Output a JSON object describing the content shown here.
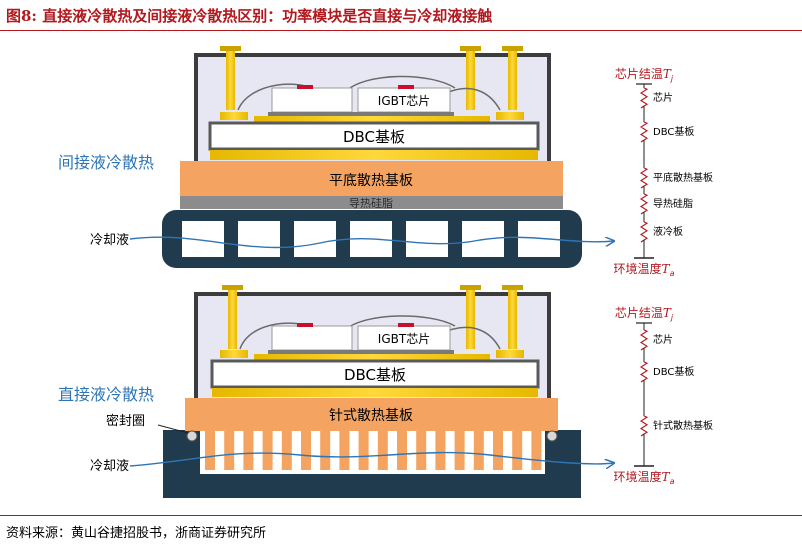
{
  "figure": {
    "title": "图8:  直接液冷散热及间接液冷散热区别：功率模块是否直接与冷却液接触",
    "source": "资料来源：黄山谷捷招股书，浙商证券研究所"
  },
  "colors": {
    "accent_red": "#b2191e",
    "label_blue": "#2e75b6",
    "baseplate_orange": "#f4a460",
    "cooler_dark": "#1f3b4d",
    "copper_yellow": "#f2c200",
    "dbc_gray": "#5a5a5a"
  },
  "indirect": {
    "label": "间接液冷散热",
    "igbt": "IGBT芯片",
    "dbc": "DBC基板",
    "baseplate": "平底散热基板",
    "tim": "导热硅脂",
    "coolant": "冷却液"
  },
  "direct": {
    "label": "直接液冷散热",
    "igbt": "IGBT芯片",
    "dbc": "DBC基板",
    "baseplate": "针式散热基板",
    "seal": "密封圈",
    "coolant": "冷却液"
  },
  "thermal_indirect": {
    "top_label": "芯片结温",
    "top_symbol": "T",
    "top_sub": "j",
    "bottom_label": "环境温度",
    "bottom_symbol": "T",
    "bottom_sub": "a",
    "resistors": [
      "芯片",
      "DBC基板",
      "平底散热基板",
      "导热硅脂",
      "液冷板"
    ]
  },
  "thermal_direct": {
    "top_label": "芯片结温",
    "top_symbol": "T",
    "top_sub": "j",
    "bottom_label": "环境温度",
    "bottom_symbol": "T",
    "bottom_sub": "a",
    "resistors": [
      "芯片",
      "DBC基板",
      "针式散热基板"
    ]
  }
}
